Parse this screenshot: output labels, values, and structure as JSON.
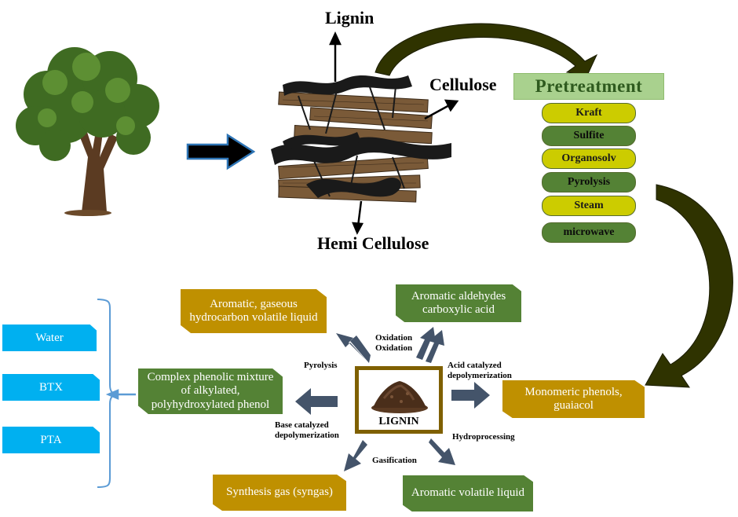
{
  "labels": {
    "lignin": "Lignin",
    "cellulose": "Cellulose",
    "hemicellulose": "Hemi Cellulose",
    "center": "LIGNIN"
  },
  "pretreatment": {
    "title": "Pretreatment",
    "methods": [
      "Kraft",
      "Sulfite",
      "Organosolv",
      "Pyrolysis",
      "Steam",
      "microwave"
    ]
  },
  "products": {
    "aromatic_gaseous": "Aromatic, gaseous hydrocarbon volatile liquid",
    "aromatic_aldehydes": "Aromatic aldehydes carboxylic acid",
    "complex_phenolic": "Complex phenolic mixture of alkylated, polyhydroxylated phenol",
    "monomeric_phenols": "Monomeric phenols, guaiacol",
    "synthesis_gas": "Synthesis gas (syngas)",
    "aromatic_volatile": "Aromatic volatile liquid"
  },
  "processes": {
    "oxidation1": "Oxidation",
    "oxidation2": "Oxidation",
    "pyrolysis": "Pyrolysis",
    "acid_1": "Acid catalyzed",
    "acid_2": "depolymerization",
    "base_1": "Base catalyzed",
    "base_2": "depolymerization",
    "gasification": "Gasification",
    "hydroprocessing": "Hydroprocessing"
  },
  "outputs": [
    "Water",
    "BTX",
    "PTA"
  ],
  "colors": {
    "gold": "#bf9000",
    "green": "#548235",
    "yellow": "#cccc00",
    "light_green": "#a9d18e",
    "blue": "#00b0f0",
    "arrow_slate": "#44546a",
    "dark_arrow": "#2f3300",
    "frame": "#7f6000"
  }
}
